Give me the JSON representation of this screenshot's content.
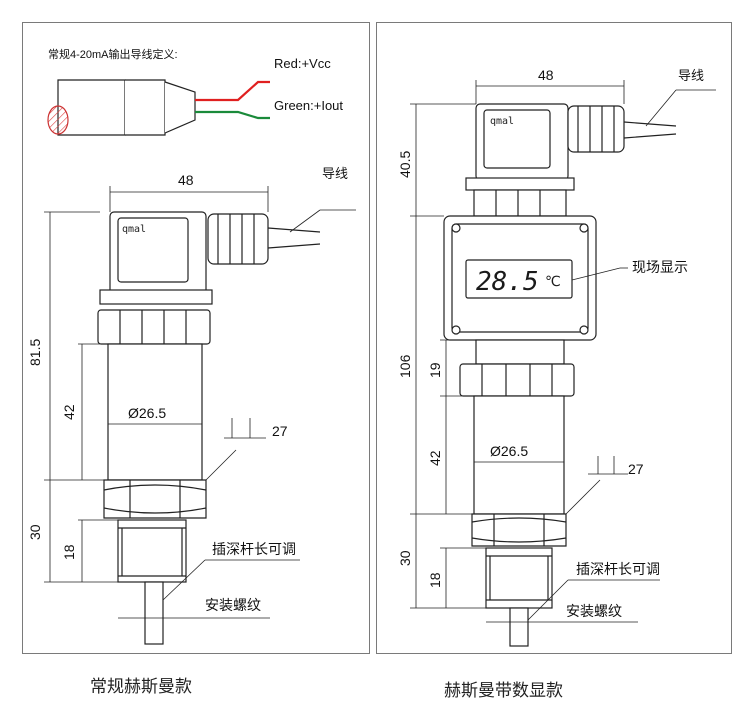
{
  "left_panel": {
    "wiring_title": "常规4-20mA输出导线定义:",
    "red_label": "Red:+Vcc",
    "green_label": "Green:+Iout",
    "dim_width": "48",
    "lead_label": "导线",
    "dim_total_height": "81.5",
    "dim_body_height": "42",
    "dim_diameter": "Ø26.5",
    "dim_wrench": "27",
    "dim_thread_total": "30",
    "dim_thread": "18",
    "probe_label": "插深杆长可调",
    "thread_label": "安装螺纹",
    "caption": "常规赫斯曼款"
  },
  "right_panel": {
    "dim_width": "48",
    "lead_label": "导线",
    "dim_connector_height": "40.5",
    "display_value": "28.5",
    "display_unit": "℃",
    "display_label": "现场显示",
    "dim_total_height": "106",
    "dim_neck": "19",
    "dim_body_height": "42",
    "dim_diameter": "Ø26.5",
    "dim_wrench": "27",
    "dim_thread_total": "30",
    "dim_thread": "18",
    "probe_label": "插深杆长可调",
    "thread_label": "安装螺纹",
    "caption": "赫斯曼带数显款"
  },
  "colors": {
    "red_wire": "#e02020",
    "green_wire": "#1a8a3a",
    "display_text": "#1a1a1a"
  }
}
